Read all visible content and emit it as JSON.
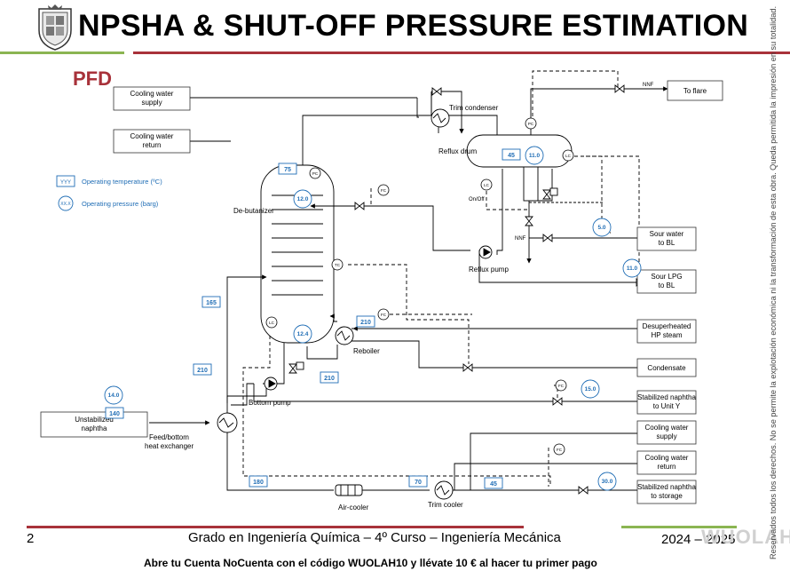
{
  "header": {
    "title": "NPSHA & SHUT-OFF PRESSURE ESTIMATION",
    "section": "PFD"
  },
  "legend": {
    "temp_symbol": "YYY",
    "temp_label": "Operating temperature (ºC)",
    "pres_symbol": "XX.X",
    "pres_label": "Operating pressure (barg)"
  },
  "streams": {
    "cw_supply_top": "Cooling water supply",
    "cw_return_top": "Cooling water return",
    "to_flare": "To flare",
    "sour_water": "Sour water to BL",
    "sour_lpg": "Sour LPG to BL",
    "desuperheated": "Desuperheated HP steam",
    "condensate": "Condensate",
    "naphtha_unit_y": "Stabilized naphtha to Unit Y",
    "cw_supply_bot": "Cooling water supply",
    "cw_return_bot": "Cooling water return",
    "naphtha_storage": "Stabilized naphtha to storage",
    "unstabilized": "Unstabilized naphtha"
  },
  "equipment": {
    "trim_condenser": "Trim condenser",
    "reflux_drum": "Reflux drum",
    "debutanizer": "De-butanizer",
    "reflux_pump": "Reflux pump",
    "reboiler": "Reboiler",
    "bottom_pump": "Bottom pump",
    "feed_exchanger_1": "Feed/bottom",
    "feed_exchanger_2": "heat exchanger",
    "air_cooler": "Air-cooler",
    "trim_cooler": "Trim cooler",
    "nnf_top": "NNF",
    "nnf_mid": "NNF",
    "on_off": "On/Off"
  },
  "instruments": {
    "pc": "PC",
    "lc": "LC",
    "fc": "FC",
    "tc": "TC"
  },
  "values": {
    "t_top": "75",
    "p_top": "12.0",
    "t_drum": "45",
    "p_drum": "11.0",
    "p_sour_water": "5.0",
    "p_sour_lpg": "11.0",
    "t_165": "165",
    "t_reb_in": "210",
    "t_feed": "210",
    "p_bottom": "12.4",
    "t_reb_out": "210",
    "p_feed": "14.0",
    "t_feed_in": "140",
    "p_unit_y": "15.0",
    "t_180": "180",
    "t_70": "70",
    "t_45": "45",
    "p_storage": "30.0"
  },
  "footer": {
    "page": "2",
    "course": "Grado en Ingeniería Química – 4º Curso – Ingeniería Mecánica",
    "year": "2024 – 2025",
    "watermark": "WUOLAH",
    "promo": "Abre tu Cuenta NoCuenta con el código WUOLAH10 y llévate 10 € al hacer tu primer pago",
    "side": "Reservados todos los derechos. No se permite la explotación económica ni la transformación de esta obra. Queda permitida la impresión en su totalidad."
  },
  "colors": {
    "accent_red": "#a8323a",
    "accent_green": "#8bb552",
    "value_blue": "#1f6db5"
  }
}
